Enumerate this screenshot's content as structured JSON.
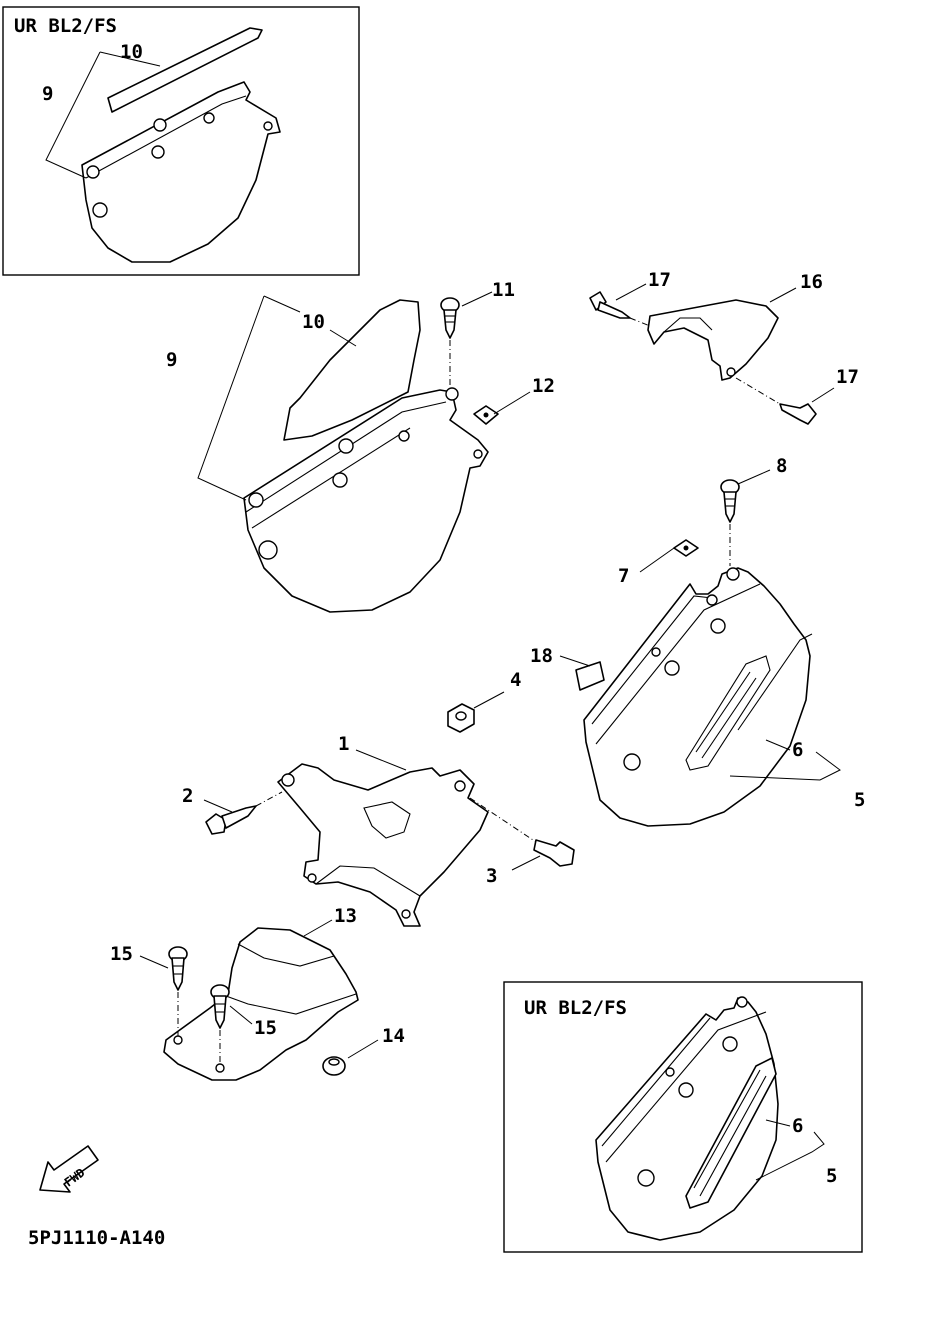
{
  "inset_top": {
    "title": "UR BL2/FS"
  },
  "inset_bottom": {
    "title": "UR BL2/FS"
  },
  "drawing_code": "5PJ1110-A140",
  "direction_arrow": {
    "label": "FWD"
  },
  "callouts": {
    "inset_top_10": "10",
    "inset_top_9": "9",
    "c9": "9",
    "c10": "10",
    "c11": "11",
    "c12": "12",
    "c17a": "17",
    "c16": "16",
    "c17b": "17",
    "c8": "8",
    "c7": "7",
    "c18": "18",
    "c4": "4",
    "c1": "1",
    "c2": "2",
    "c3": "3",
    "c6": "6",
    "c5": "5",
    "c13": "13",
    "c15a": "15",
    "c15b": "15",
    "c14": "14",
    "inset_bottom_6": "6",
    "inset_bottom_5": "5"
  }
}
